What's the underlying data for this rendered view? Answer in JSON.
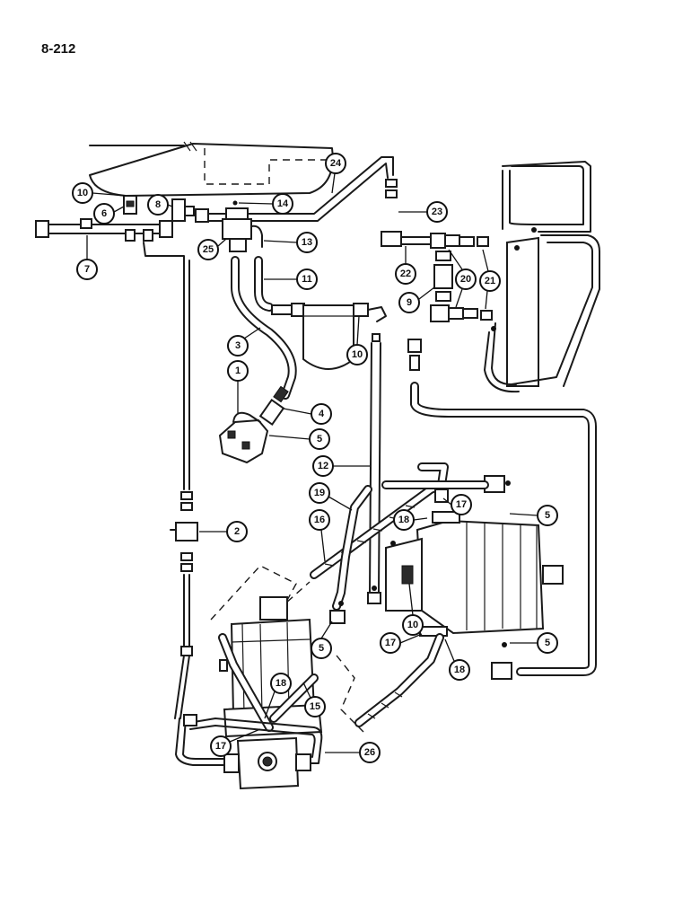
{
  "page": {
    "number": "8-212"
  },
  "callouts": {
    "c1": "1",
    "c2": "2",
    "c3": "3",
    "c4": "4",
    "c5a": "5",
    "c5b": "5",
    "c5c": "5",
    "c5d": "5",
    "c6": "6",
    "c7": "7",
    "c8": "8",
    "c9": "9",
    "c10a": "10",
    "c10b": "10",
    "c10c": "10",
    "c11": "11",
    "c12": "12",
    "c13": "13",
    "c14": "14",
    "c15": "15",
    "c16": "16",
    "c17a": "17",
    "c17b": "17",
    "c17c": "17",
    "c18a": "18",
    "c18b": "18",
    "c18c": "18",
    "c19": "19",
    "c20": "20",
    "c21": "21",
    "c22": "22",
    "c23": "23",
    "c24": "24",
    "c25": "25",
    "c26": "26"
  }
}
